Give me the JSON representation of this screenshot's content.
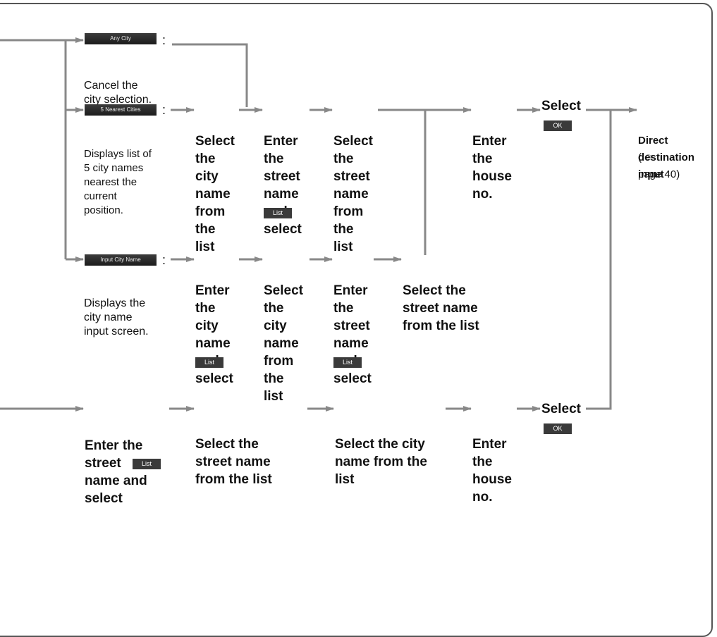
{
  "screens": {
    "any_city": "Any City",
    "nearest_cities": "5 Nearest Cities",
    "input_city_name": "Input City Name"
  },
  "descriptions": {
    "any_city": [
      "Cancel the",
      "city selection."
    ],
    "nearest_cities": [
      "Displays list of",
      "5 city names",
      "nearest the",
      "current",
      "position."
    ],
    "input_city_name": [
      "Displays the",
      "city name",
      "input screen."
    ]
  },
  "row1": {
    "step1": [
      "Select",
      "the",
      "city",
      "name",
      "from",
      "the",
      "list"
    ],
    "step2": [
      "Enter",
      "the",
      "street",
      "name",
      "and",
      "select"
    ],
    "step3": [
      "Select",
      "the",
      "street",
      "name",
      "from",
      "the",
      "list"
    ],
    "step4": [
      "Enter",
      "the",
      "house",
      "no."
    ],
    "step5": "Select"
  },
  "row2": {
    "step1": [
      "Enter",
      "the",
      "city",
      "name",
      "and",
      "select"
    ],
    "step2": [
      "Select",
      "the",
      "city",
      "name",
      "from",
      "the",
      "list"
    ],
    "step3": [
      "Enter",
      "the",
      "street",
      "name",
      "and",
      "select"
    ],
    "step4": [
      "Select the",
      "street name",
      "from the list"
    ]
  },
  "row3": {
    "step1": [
      "Enter the",
      "street",
      "name and",
      "select"
    ],
    "step2": [
      "Select the",
      "street name",
      "from the list"
    ],
    "step3": [
      "Select the city",
      "name from the",
      "list"
    ],
    "step4": [
      "Enter",
      "the",
      "house",
      "no."
    ],
    "step5": "Select"
  },
  "buttons": {
    "list": "List",
    "ok": "OK"
  },
  "result": {
    "title": [
      "Direct",
      "destination",
      "input"
    ],
    "ref_open": "(",
    "page_ref": "page 40)"
  },
  "colors": {
    "line": "#888888",
    "screen_bg": "#2a2a2a",
    "button_bg": "#3a3a3a"
  },
  "icons": {
    "page_ref": "pointing-hand-icon"
  }
}
